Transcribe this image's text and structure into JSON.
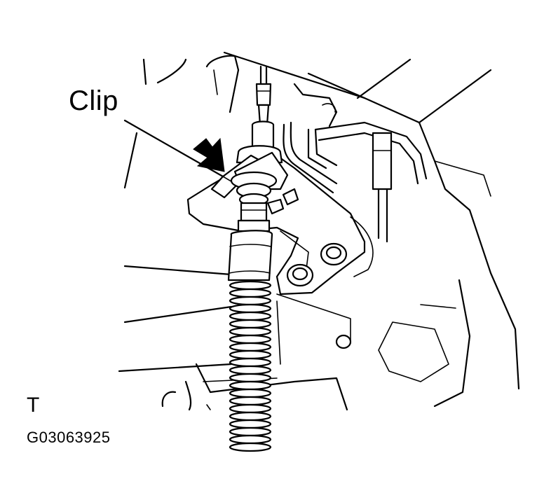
{
  "labels": {
    "clip": "Clip",
    "orientation_mark": "T",
    "figure_id": "G03063925"
  },
  "colors": {
    "line": "#000000",
    "background": "#ffffff"
  },
  "icons": {
    "callout_arrow": "arrow-down-right-icon"
  }
}
